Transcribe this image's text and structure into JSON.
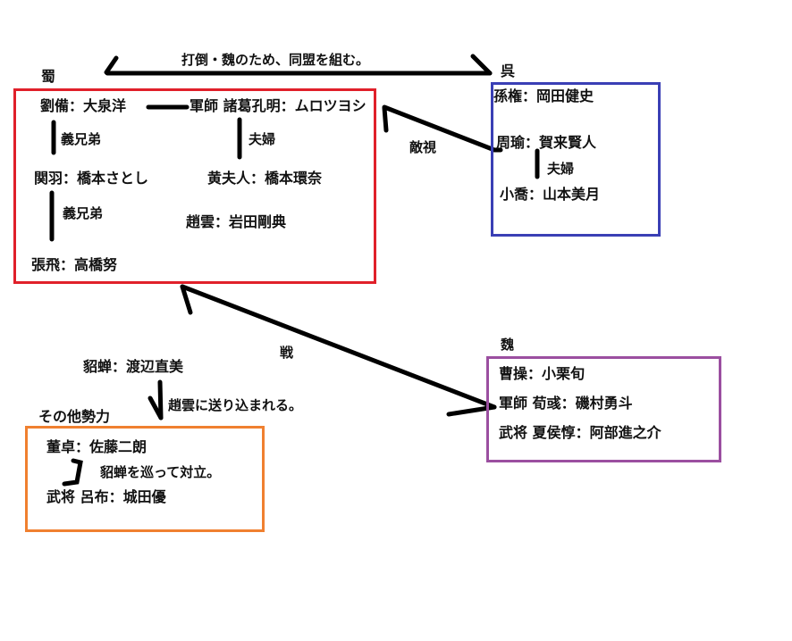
{
  "alliance_label": "打倒・魏のため、同盟を組む。",
  "colors": {
    "shu": "#e0202a",
    "wu": "#3a3fb5",
    "wei": "#9b4fa0",
    "others": "#f08030"
  },
  "shu": {
    "title": "蜀",
    "liu_bei": "劉備：大泉洋",
    "zhuge": "軍師 諸葛孔明：ムロツヨシ",
    "rel1": "義兄弟",
    "rel_couple": "夫婦",
    "guan_yu": "関羽：橋本さとし",
    "huang": "黄夫人：橋本環奈",
    "rel2": "義兄弟",
    "zhao_yun": "趙雲：岩田剛典",
    "zhang_fei": "張飛：高橋努"
  },
  "wu": {
    "title": "呉",
    "sun_quan": "孫権：岡田健史",
    "zhou_yu": "周瑜：賀来賢人",
    "rel_couple": "夫婦",
    "xiao_qiao": "小喬：山本美月"
  },
  "rivalry_label": "敵視",
  "war_label": "戦",
  "wei": {
    "title": "魏",
    "cao_cao": "曹操：小栗旬",
    "xun_yu": "軍師 荀彧：磯村勇斗",
    "xiahou": "武将 夏侯惇：阿部進之介"
  },
  "diaochan": {
    "name": "貂蝉：渡辺直美",
    "sent_label": "趙雲に送り込まれる。"
  },
  "others": {
    "title": "その他勢力",
    "dong_zhuo": "董卓：佐藤二朗",
    "conflict_label": "貂蝉を巡って対立。",
    "lu_bu": "武将 呂布：城田優"
  }
}
